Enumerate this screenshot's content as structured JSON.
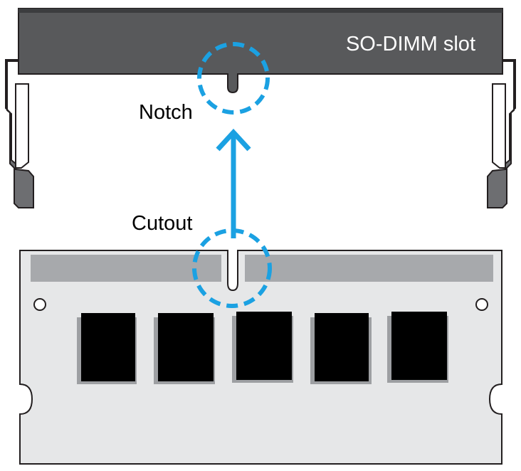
{
  "labels": {
    "slot": "SO-DIMM slot",
    "notch": "Notch",
    "cutout": "Cutout"
  },
  "colors": {
    "slot_body": "#58595b",
    "slot_outline": "#231f20",
    "latch_fill": "#6d6e71",
    "module_fill": "#e6e7e8",
    "contact_strip": "#a7a9ac",
    "chip_fill": "#000000",
    "chip_shadow": "#9d9fa2",
    "highlight": "#1ba1e2"
  },
  "module": {
    "chip_count": 5,
    "mounting_holes": 2
  },
  "icons": {
    "arrow": "up-arrow-icon",
    "notch_marker": "dashed-circle-icon",
    "cutout_marker": "dashed-circle-icon"
  }
}
